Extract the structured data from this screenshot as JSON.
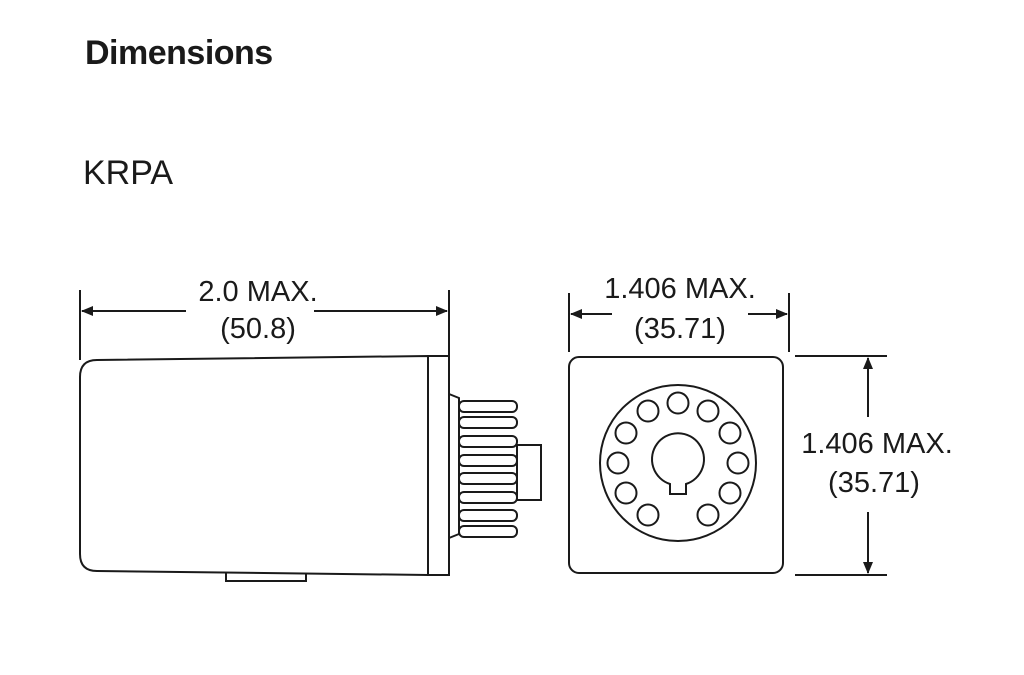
{
  "title": "Dimensions",
  "model": "KRPA",
  "side_view": {
    "width_max": "2.0 MAX.",
    "width_mm": "(50.8)"
  },
  "end_view": {
    "width_max": "1.406 MAX.",
    "width_mm": "(35.71)",
    "height_max": "1.406 MAX.",
    "height_mm": "(35.71)",
    "pin_count": 11
  },
  "colors": {
    "line": "#1a1a1a",
    "background": "#ffffff"
  }
}
